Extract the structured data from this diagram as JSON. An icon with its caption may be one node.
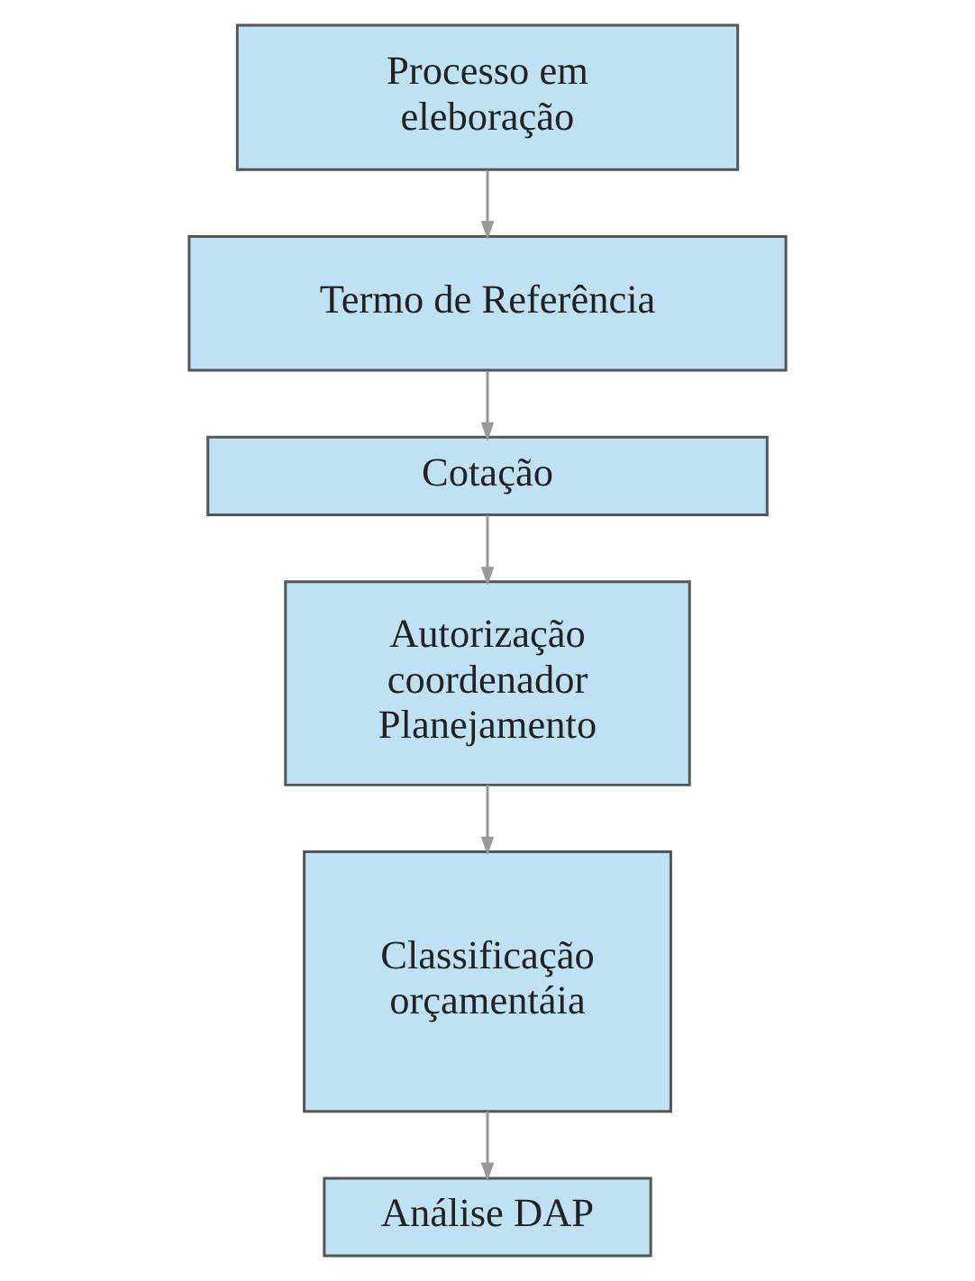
{
  "diagram": {
    "nodes": [
      {
        "text": [
          "Processo em eleboração"
        ]
      },
      {
        "text": [
          "Termo de Referência"
        ]
      },
      {
        "text": [
          "Cotação"
        ]
      },
      {
        "text": [
          "Autorização coordenador Planejamento"
        ]
      },
      {
        "text": [
          "Classificação orçamentáia"
        ]
      },
      {
        "text": [
          "Análise DAP"
        ]
      }
    ],
    "edges": [
      {
        "from": 0,
        "to": 1,
        "arrow": "to"
      },
      {
        "from": 1,
        "to": 2,
        "arrow": "to"
      },
      {
        "from": 2,
        "to": 3,
        "arrow": "to"
      },
      {
        "from": 3,
        "to": 4,
        "arrow": "to"
      },
      {
        "from": 4,
        "to": 5,
        "arrow": "to"
      }
    ]
  }
}
